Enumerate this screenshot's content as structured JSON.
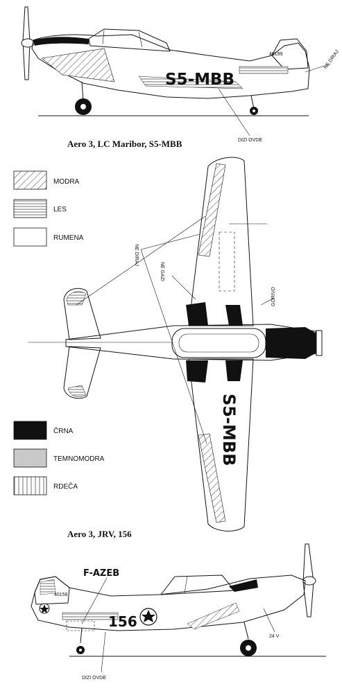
{
  "top_aircraft": {
    "caption": "Aero 3, LC Maribor, S5-MBB",
    "registration": "S5-MBB",
    "tail_number": "40199",
    "callouts": {
      "ne_diraj": "NE DIRAJ",
      "dizi_ovde": "DIZI OVDE"
    }
  },
  "plan_view": {
    "registration": "S5-MBB",
    "callouts": {
      "ne_diraj": "NE DIRAJ",
      "ne_gazi": "NE GAZI",
      "gorivo": "GORIVO"
    }
  },
  "legend": [
    {
      "label": "MODRA",
      "pattern": "diagonal-hatch"
    },
    {
      "label": "LES",
      "pattern": "horizontal-lines"
    },
    {
      "label": "RUMENA",
      "pattern": "plain"
    },
    {
      "label": "ČRNA",
      "pattern": "solid-black"
    },
    {
      "label": "TEMNOMODRA",
      "pattern": "stipple-grey"
    },
    {
      "label": "RDEČA",
      "pattern": "vertical-lines"
    }
  ],
  "bottom_aircraft": {
    "caption": "Aero 3, JRV, 156",
    "registration": "F-AZEB",
    "fuselage_number": "156",
    "tail_number": "40156",
    "callouts": {
      "dizi_ovde": "DIZI OVDE",
      "voltage": "24 V"
    }
  },
  "colors": {
    "ink": "#111111",
    "paper": "#ffffff",
    "stipple": "#c8c8c8"
  }
}
